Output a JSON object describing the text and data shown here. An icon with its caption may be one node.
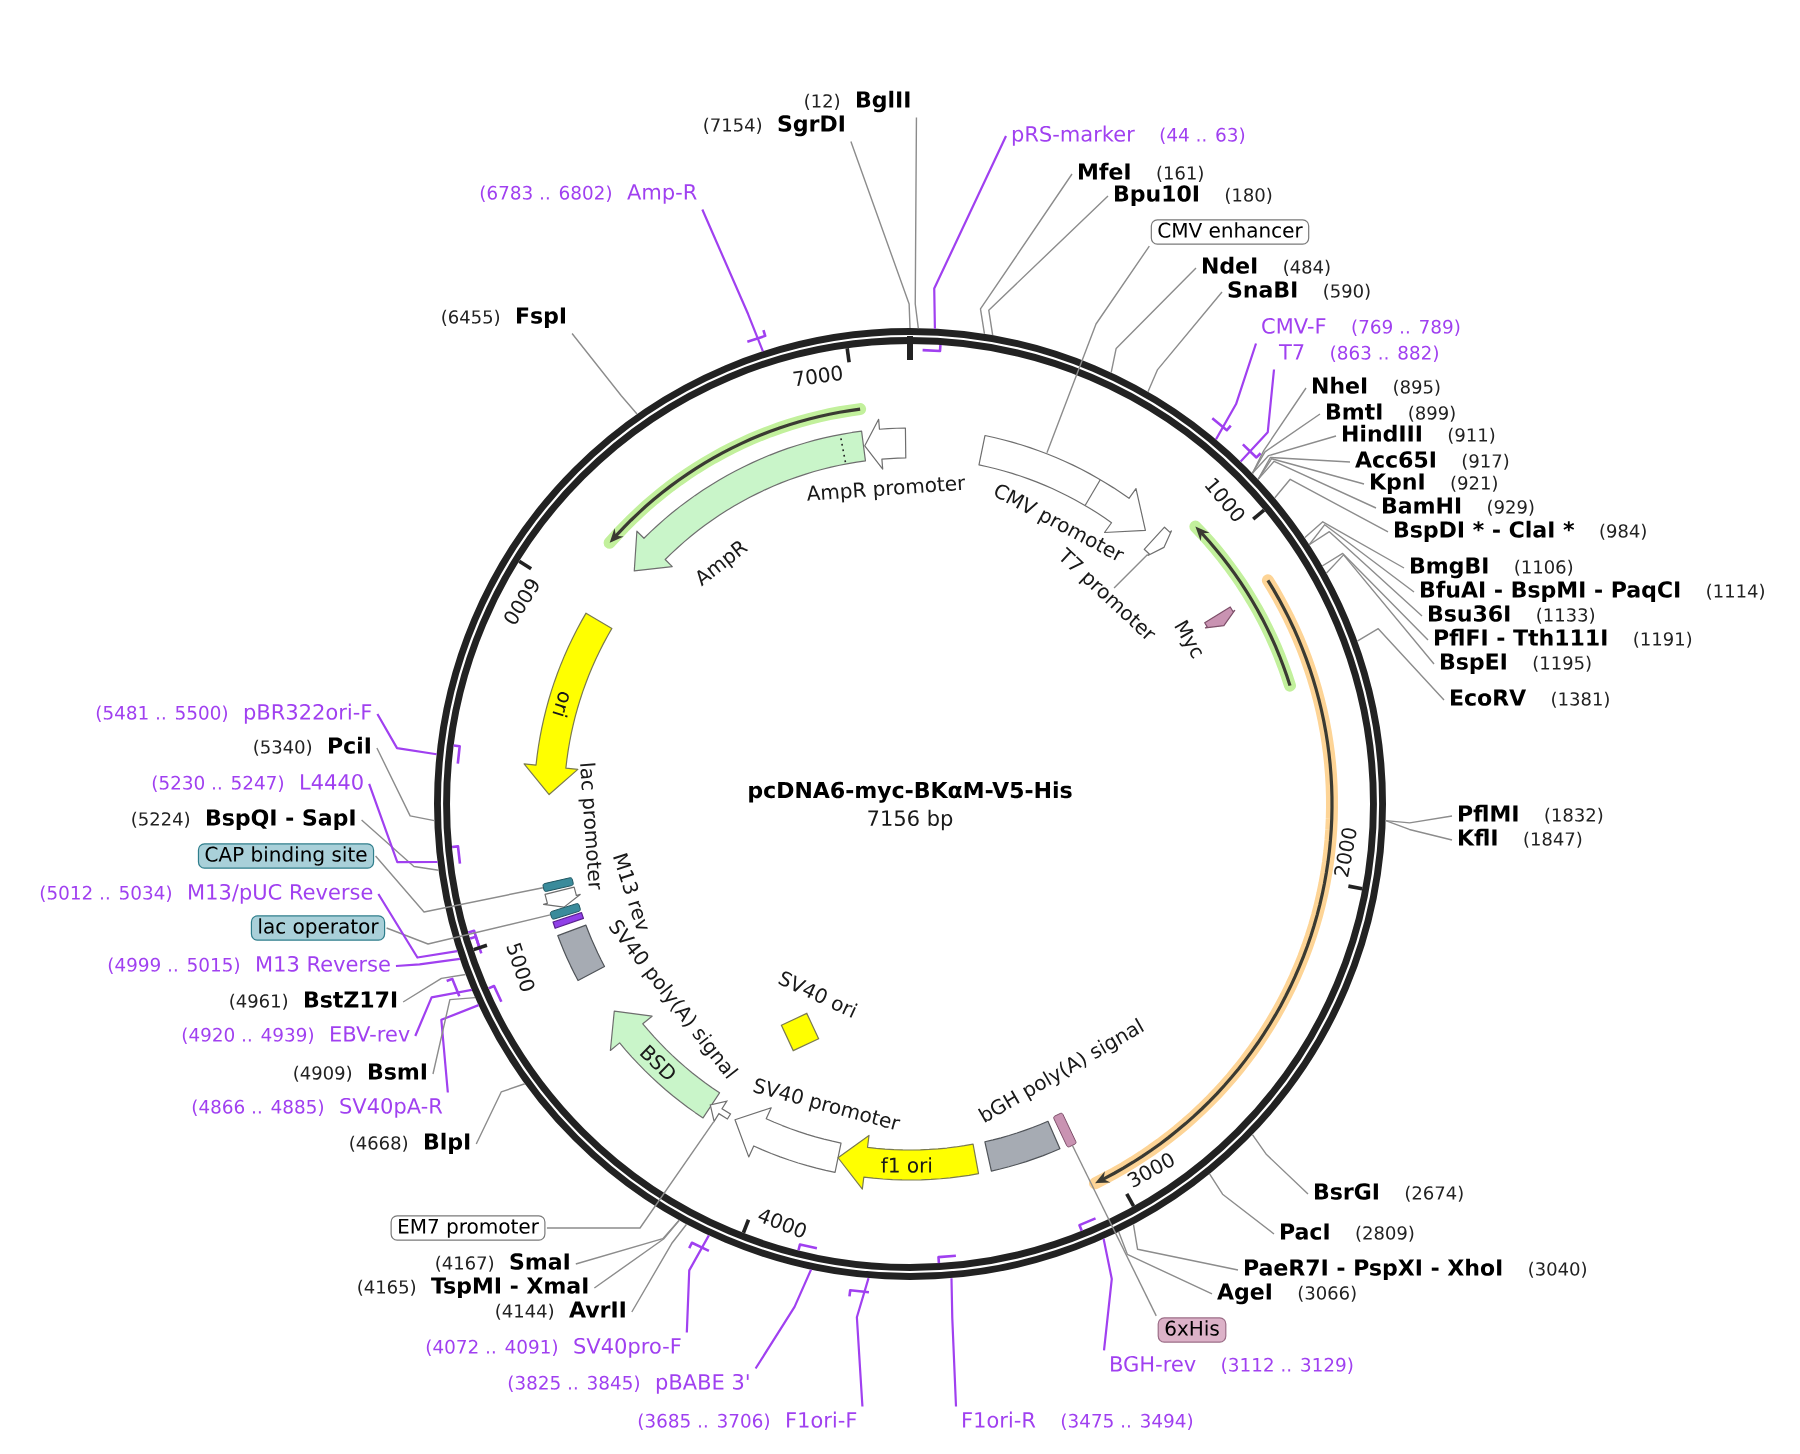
{
  "diagram": {
    "title": "pcDNA6-myc-BKαM-V5-His",
    "nodes": [
      {
        "text": [],
        "shape": "circle"
      },
      {
        "text": [
          "(12)",
          "BglII"
        ]
      },
      {
        "text": [
          "pRS-marker",
          "(44 .. 63)"
        ]
      },
      {
        "text": [
          "MfeI",
          "(161)"
        ]
      },
      {
        "text": [
          "Bpu10I",
          "(180)"
        ]
      },
      {
        "text": [
          "CMV enhancer"
        ]
      },
      {
        "text": [
          "NdeI",
          "(484)"
        ]
      },
      {
        "text": [
          "SnaBI",
          "(590)"
        ]
      },
      {
        "text": [
          "CMV-F",
          "(769 .. 789)"
        ]
      },
      {
        "text": [
          "T7",
          "(863 .. 882)"
        ]
      },
      {
        "text": [
          "NheI",
          "(895)"
        ]
      },
      {
        "text": [
          "BmtI",
          "(899)"
        ]
      },
      {
        "text": [
          "HindIII",
          "(911)"
        ]
      },
      {
        "text": [
          "Acc65I",
          "(917)"
        ]
      },
      {
        "text": [
          "KpnI",
          "(921)"
        ]
      },
      {
        "text": [
          "BamHI",
          "(929)"
        ]
      },
      {
        "text": [
          "BspDI * - ClaI *",
          "(984)"
        ]
      },
      {
        "text": [
          "BmgBI",
          "(1106)"
        ]
      },
      {
        "text": [
          "BfuAI - BspMI - PaqCI",
          "(1114)"
        ]
      },
      {
        "text": [
          "Bsu36I",
          "(1133)"
        ]
      },
      {
        "text": [
          "PflFI - Tth111I",
          "(1191)"
        ]
      },
      {
        "text": [
          "BspEI",
          "(1195)"
        ]
      },
      {
        "text": [
          "EcoRV",
          "(1381)"
        ]
      },
      {
        "text": [
          "PflMI",
          "(1832)"
        ]
      },
      {
        "text": [
          "KflI",
          "(1847)"
        ]
      },
      {
        "text": [
          "BsrGI",
          "(2674)"
        ]
      },
      {
        "text": [
          "PacI",
          "(2809)"
        ]
      },
      {
        "text": [
          "PaeR7I - PspXI - XhoI",
          "(3040)"
        ]
      },
      {
        "text": [
          "AgeI",
          "(3066)"
        ]
      },
      {
        "text": [
          "6xHis"
        ]
      },
      {
        "text": [
          "BGH-rev",
          "(3112 .. 3129)"
        ]
      },
      {
        "text": [
          "F1ori-R",
          "(3475 .. 3494)"
        ]
      },
      {
        "text": [
          "(3685 .. 3706)",
          "F1ori-F"
        ]
      },
      {
        "text": [
          "(3825 .. 3845)",
          "pBABE 3'"
        ]
      },
      {
        "text": [
          "(4072 .. 4091)",
          "SV40pro-F"
        ]
      },
      {
        "text": [
          "(4144)",
          "AvrII"
        ]
      },
      {
        "text": [
          "(4165)",
          "TspMI - XmaI"
        ]
      },
      {
        "text": [
          "(4167)",
          "SmaI"
        ]
      },
      {
        "text": [
          "EM7 promoter"
        ]
      },
      {
        "text": [
          "(4668)",
          "BlpI"
        ]
      },
      {
        "text": [
          "(4866 .. 4885)",
          "SV40pA-R"
        ]
      },
      {
        "text": [
          "(4909)",
          "BsmI"
        ]
      },
      {
        "text": [
          "(4920 .. 4939)",
          "EBV-rev"
        ]
      },
      {
        "text": [
          "(4961)",
          "BstZ17I"
        ]
      },
      {
        "text": [
          "(4999 .. 5015)",
          "M13 Reverse"
        ]
      },
      {
        "text": [
          "lac operator"
        ]
      },
      {
        "text": [
          "(5012 .. 5034)",
          "M13/pUC Reverse"
        ]
      },
      {
        "text": [
          "CAP binding site"
        ]
      },
      {
        "text": [
          "(5224)",
          "BspQI - SapI"
        ]
      },
      {
        "text": [
          "(5230 .. 5247)",
          "L4440"
        ]
      },
      {
        "text": [
          "(5340)",
          "PciI"
        ]
      },
      {
        "text": [
          "(5481 .. 5500)",
          "pBR322ori-F"
        ]
      },
      {
        "text": [
          "(6455)",
          "FspI"
        ]
      },
      {
        "text": [
          "(6783 .. 6802)",
          "Amp-R"
        ]
      },
      {
        "text": [
          "(7154)",
          "SgrDI"
        ]
      },
      {
        "text": [],
        "shape": "arrow",
        "in": 0
      },
      {
        "text": [
          "AmpR promoter"
        ],
        "in": 0
      },
      {
        "text": [
          "AmpR"
        ],
        "in": 0
      },
      {
        "text": [
          "CMV promoter"
        ],
        "in": 0
      },
      {
        "text": [
          "T7 promoter"
        ],
        "in": 0
      },
      {
        "text": [
          "Myc"
        ]
      },
      {
        "text": [],
        "shape": "arrow",
        "in": 0
      },
      {
        "text": [],
        "shape": "arrow",
        "in": 0
      },
      {
        "text": [
          "ori"
        ],
        "in": 0
      },
      {
        "text": [
          "lac promoter"
        ],
        "in": 0
      },
      {
        "text": [],
        "shape": "box",
        "in": 0
      },
      {
        "text": [],
        "shape": "box",
        "in": 0
      },
      {
        "text": [
          "M13 rev"
        ],
        "in": 0
      },
      {
        "text": [
          "SV40 poly(A) signal"
        ],
        "in": 0
      },
      {
        "text": [
          "BSD"
        ],
        "in": 0
      },
      {
        "text": [],
        "shape": "arrow",
        "in": 0
      },
      {
        "text": [
          "SV40 promoter"
        ],
        "in": 0
      },
      {
        "text": [
          "SV40 ori"
        ],
        "in": 0
      },
      {
        "text": [
          "f1 ori"
        ],
        "in": 0
      },
      {
        "text": [
          "bGH poly(A) signal"
        ],
        "in": 0
      },
      {
        "text": [],
        "shape": "box",
        "in": 0
      },
      {
        "text": [],
        "shape": "arrow",
        "in": 0
      }
    ],
    "edges": [
      {
        "from": 1,
        "to": 0,
        "arrow": "none"
      },
      {
        "from": 2,
        "to": 0,
        "arrow": "none",
        "color": "#a040f0"
      },
      {
        "from": 3,
        "to": 0,
        "arrow": "none"
      },
      {
        "from": 4,
        "to": 0,
        "arrow": "none"
      },
      {
        "from": 5,
        "to": 58,
        "arrow": "none"
      },
      {
        "from": 6,
        "to": 0,
        "arrow": "none"
      },
      {
        "from": 7,
        "to": 0,
        "arrow": "none"
      },
      {
        "from": 8,
        "to": 0,
        "arrow": "none",
        "color": "#a040f0"
      },
      {
        "from": 9,
        "to": 0,
        "arrow": "none",
        "color": "#a040f0"
      },
      {
        "from": 10,
        "to": 0,
        "arrow": "none"
      },
      {
        "from": 11,
        "to": 0,
        "arrow": "none"
      },
      {
        "from": 12,
        "to": 0,
        "arrow": "none"
      },
      {
        "from": 13,
        "to": 0,
        "arrow": "none"
      },
      {
        "from": 14,
        "to": 0,
        "arrow": "none"
      },
      {
        "from": 15,
        "to": 0,
        "arrow": "none"
      },
      {
        "from": 16,
        "to": 0,
        "arrow": "none"
      },
      {
        "from": 17,
        "to": 0,
        "arrow": "none"
      },
      {
        "from": 18,
        "to": 0,
        "arrow": "none"
      },
      {
        "from": 19,
        "to": 0,
        "arrow": "none"
      },
      {
        "from": 20,
        "to": 0,
        "arrow": "none"
      },
      {
        "from": 21,
        "to": 0,
        "arrow": "none"
      },
      {
        "from": 22,
        "to": 0,
        "arrow": "none"
      },
      {
        "from": 23,
        "to": 0,
        "arrow": "none"
      },
      {
        "from": 24,
        "to": 0,
        "arrow": "none"
      },
      {
        "from": 25,
        "to": 0,
        "arrow": "none"
      },
      {
        "from": 26,
        "to": 0,
        "arrow": "none"
      },
      {
        "from": 27,
        "to": 0,
        "arrow": "none"
      },
      {
        "from": 28,
        "to": 0,
        "arrow": "none"
      },
      {
        "from": 29,
        "to": 75,
        "arrow": "none"
      },
      {
        "from": 30,
        "to": 0,
        "arrow": "none",
        "color": "#a040f0"
      },
      {
        "from": 31,
        "to": 0,
        "arrow": "none",
        "color": "#a040f0"
      },
      {
        "from": 32,
        "to": 0,
        "arrow": "none",
        "color": "#a040f0"
      },
      {
        "from": 33,
        "to": 0,
        "arrow": "none",
        "color": "#a040f0"
      },
      {
        "from": 34,
        "to": 0,
        "arrow": "none",
        "color": "#a040f0"
      },
      {
        "from": 35,
        "to": 0,
        "arrow": "none"
      },
      {
        "from": 36,
        "to": 0,
        "arrow": "none"
      },
      {
        "from": 37,
        "to": 0,
        "arrow": "none"
      },
      {
        "from": 38,
        "to": 70,
        "arrow": "none"
      },
      {
        "from": 39,
        "to": 0,
        "arrow": "none"
      },
      {
        "from": 40,
        "to": 0,
        "arrow": "none",
        "color": "#a040f0"
      },
      {
        "from": 41,
        "to": 0,
        "arrow": "none"
      },
      {
        "from": 42,
        "to": 0,
        "arrow": "none",
        "color": "#a040f0"
      },
      {
        "from": 43,
        "to": 0,
        "arrow": "none"
      },
      {
        "from": 44,
        "to": 0,
        "arrow": "none",
        "color": "#a040f0"
      },
      {
        "from": 45,
        "to": 66,
        "arrow": "none"
      },
      {
        "from": 46,
        "to": 0,
        "arrow": "none",
        "color": "#a040f0"
      },
      {
        "from": 47,
        "to": 65,
        "arrow": "none"
      },
      {
        "from": 48,
        "to": 0,
        "arrow": "none"
      },
      {
        "from": 49,
        "to": 0,
        "arrow": "none",
        "color": "#a040f0"
      },
      {
        "from": 50,
        "to": 0,
        "arrow": "none"
      },
      {
        "from": 51,
        "to": 0,
        "arrow": "none",
        "color": "#a040f0"
      },
      {
        "from": 52,
        "to": 0,
        "arrow": "none"
      },
      {
        "from": 53,
        "to": 0,
        "arrow": "none",
        "color": "#a040f0"
      },
      {
        "from": 54,
        "to": 0,
        "arrow": "none"
      },
      {
        "from": 59,
        "to": 76,
        "arrow": "none"
      }
    ],
    "labels": [
      "7156 bp",
      "1000",
      "2000",
      "3000",
      "4000",
      "5000",
      "6000",
      "7000"
    ]
  }
}
